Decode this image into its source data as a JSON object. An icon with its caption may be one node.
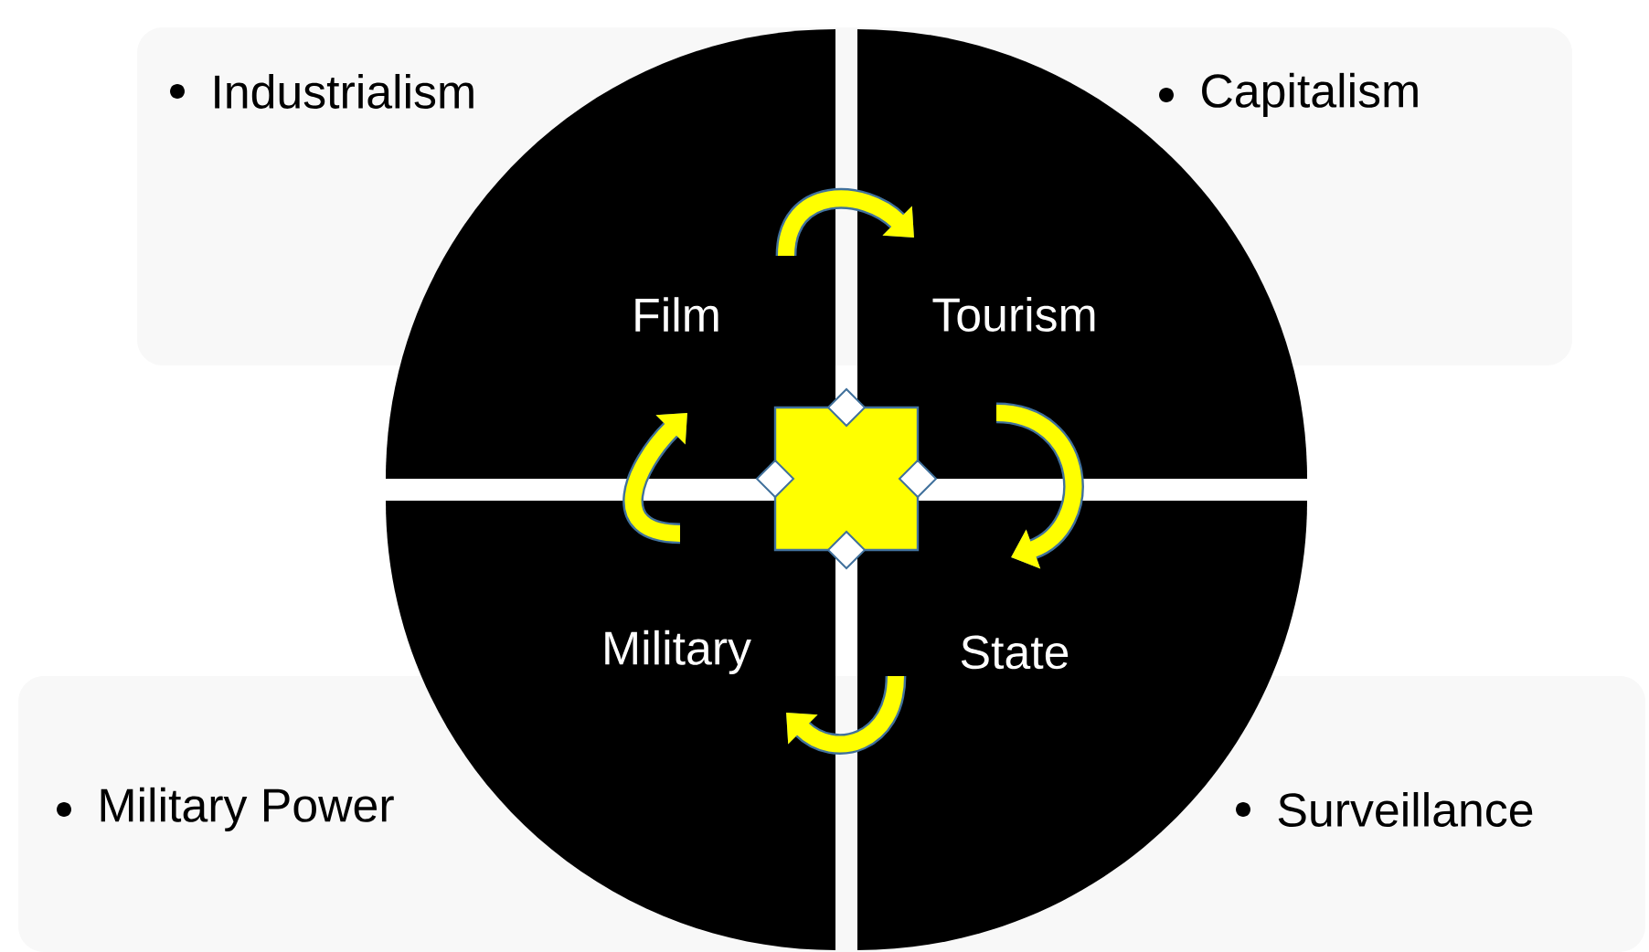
{
  "diagram": {
    "nodes": [
      {
        "text": [
          "Film"
        ]
      },
      {
        "text": [
          "Tourism"
        ]
      },
      {
        "text": [
          "State"
        ]
      },
      {
        "text": [
          "Military"
        ]
      }
    ],
    "edges": [
      {
        "from": 0,
        "to": 1,
        "arrow": "to"
      },
      {
        "from": 1,
        "to": 2,
        "arrow": "to"
      },
      {
        "from": 2,
        "to": 3,
        "arrow": "to"
      },
      {
        "from": 3,
        "to": 0,
        "arrow": "to"
      }
    ],
    "labels": [
      "Industrialism",
      "Capitalism",
      "Military Power",
      "Surveillance"
    ]
  }
}
